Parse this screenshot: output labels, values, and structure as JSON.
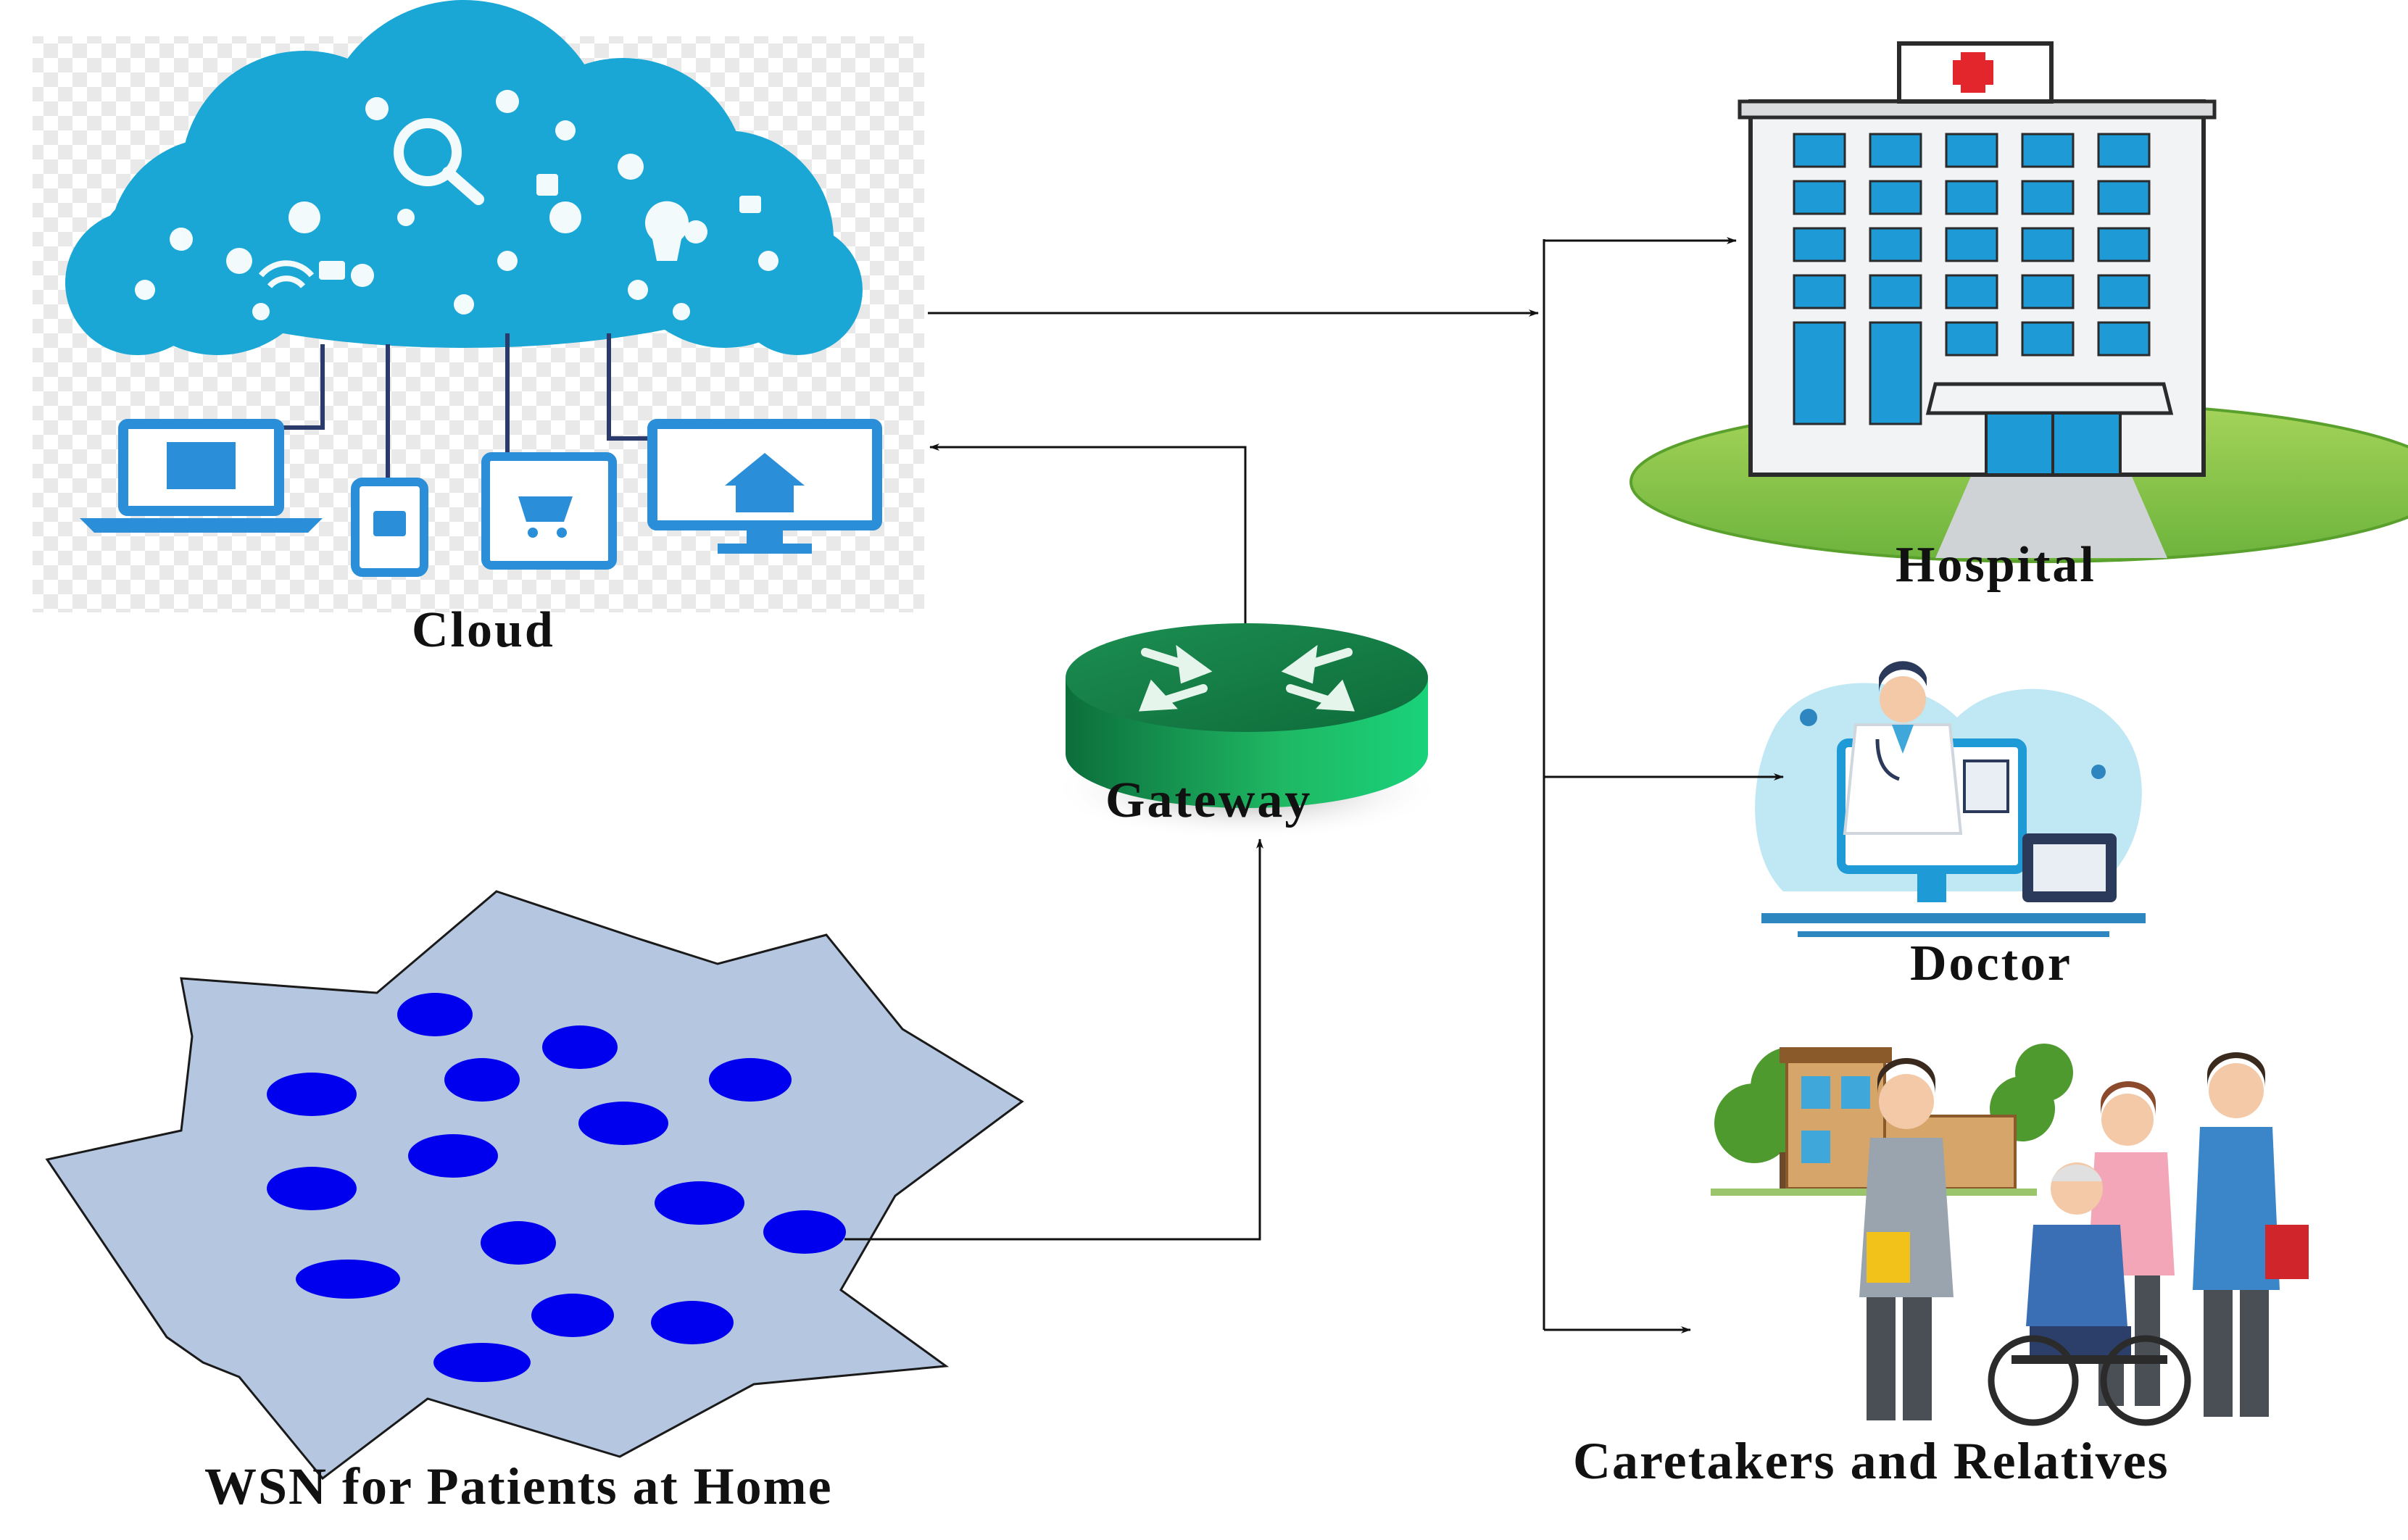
{
  "labels": {
    "cloud": "Cloud",
    "gateway": "Gateway",
    "wsn": "WSN for Patients at Home",
    "hospital": "Hospital",
    "doctor": "Doctor",
    "caretakers": "Caretakers and Relatives"
  },
  "colors": {
    "cloud_blue": "#1aa7d6",
    "device_blue": "#2a8fd8",
    "gateway_green": "#1e9e5a",
    "wsn_fill": "#b4c6e0",
    "sensor_blue": "#0000ee",
    "hospital_window": "#1e9ad6",
    "lawn_green": "#7dc242",
    "hospital_cross": "#e3262b",
    "arrow": "#111111"
  },
  "icons": {
    "cloud": "cloud-network-icon",
    "gateway": "router-icon",
    "wsn": "sensor-network-icon",
    "hospital": "hospital-building-icon",
    "doctor": "telemedicine-doctor-icon",
    "caretakers": "caretakers-family-icon"
  }
}
